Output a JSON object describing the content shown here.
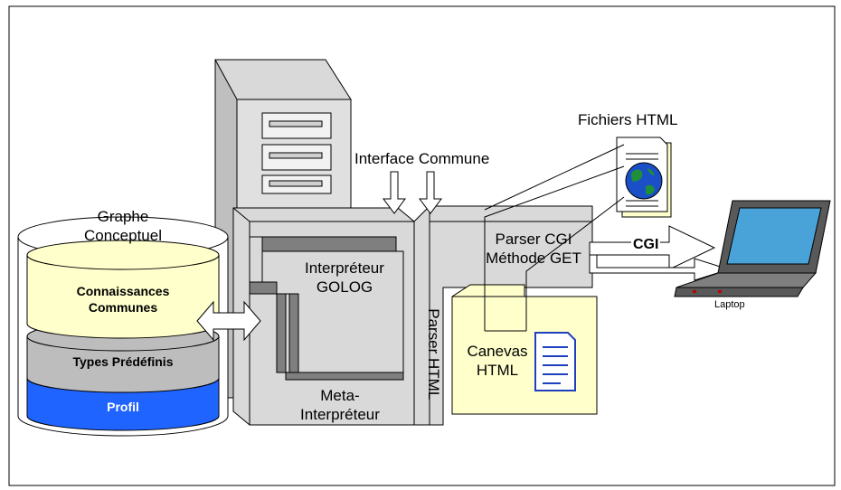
{
  "database": {
    "top_label_line1": "Graphe",
    "top_label_line2": "Conceptuel",
    "layer1_line1": "Connaissances",
    "layer1_line2": "Communes",
    "layer2": "Types Prédéfinis",
    "layer3": "Profil"
  },
  "server": {
    "interface_label": "Interface Commune",
    "interpreter_line1": "Interpréteur",
    "interpreter_line2": "GOLOG",
    "meta_line1": "Meta-",
    "meta_line2": "Interpréteur",
    "parser_html": "Parser HTML",
    "parser_cgi_line1": "Parser CGI",
    "parser_cgi_line2": "Méthode GET",
    "canvas_line1": "Canevas",
    "canvas_line2": "HTML"
  },
  "web": {
    "files_label": "Fichiers HTML",
    "cgi_label": "CGI",
    "laptop_label": "Laptop"
  },
  "colors": {
    "frame": "#000000",
    "panel_gray": "#d9d9d9",
    "dark_gray": "#7f7f7f",
    "cream": "#ffffcc",
    "profil_blue": "#1f64ff",
    "types_gray": "#bdbdbd",
    "globe_blue": "#1a4fc7",
    "globe_green": "#1f8f3a"
  }
}
